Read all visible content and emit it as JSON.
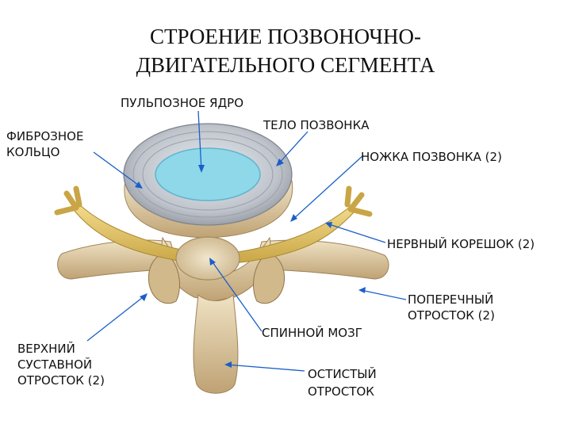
{
  "title": {
    "line1": "СТРОЕНИЕ ПОЗВОНОЧНО-",
    "line2": "ДВИГАТЕЛЬНОГО СЕГМЕНТА"
  },
  "labels": {
    "nucleus": "ПУЛЬПОЗНОЕ ЯДРО",
    "body": "ТЕЛО ПОЗВОНКА",
    "annulus_1": "ФИБРОЗНОЕ",
    "annulus_2": "КОЛЬЦО",
    "pedicle": "НОЖКА ПОЗВОНКА (2)",
    "root": "НЕРВНЫЙ КОРЕШОК (2)",
    "transverse_1": "ПОПЕРЕЧНЫЙ",
    "transverse_2": "ОТРОСТОК (2)",
    "cord": "СПИННОЙ МОЗГ",
    "superior_1": "ВЕРХНИЙ",
    "superior_2": "СУСТАВНОЙ",
    "superior_3": "ОТРОСТОК (2)",
    "spinous_1": "ОСТИСТЫЙ",
    "spinous_2": "ОТРОСТОК"
  },
  "colors": {
    "pointer": "#1a5fc8",
    "nucleus": "#8fd8ea",
    "annulus": "#b9bfc9",
    "bone": "#d9c6a0",
    "nerve": "#e4c66b",
    "cord": "#e6d6b6"
  }
}
